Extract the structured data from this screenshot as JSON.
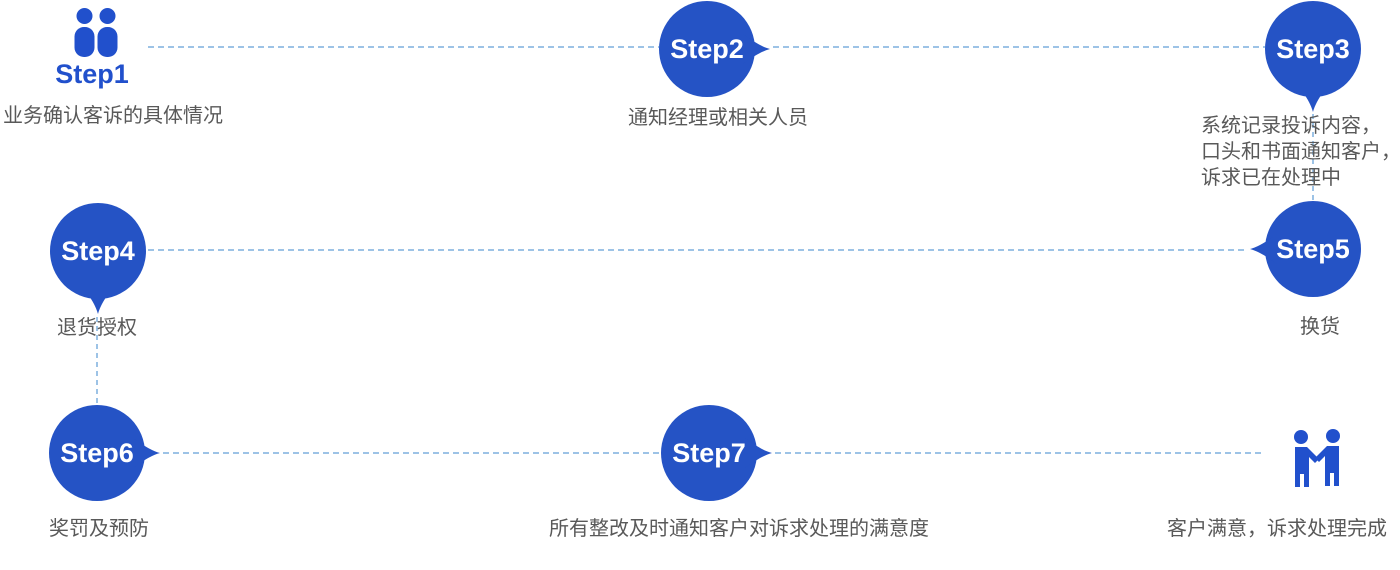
{
  "colors": {
    "bubble_blue": "#2553C5",
    "pictogram_blue": "#2150CC",
    "dash_line_blue": "#9DC3E6",
    "caption_gray": "#595959",
    "bubble_text_white": "#FFFFFF"
  },
  "steps": [
    {
      "id": "step1",
      "label": "Step1",
      "caption": "业务确认客诉的具体情况",
      "marker": "people-icon"
    },
    {
      "id": "step2",
      "label": "Step2",
      "caption": "通知经理或相关人员",
      "marker": "bubble",
      "tail": "right"
    },
    {
      "id": "step3",
      "label": "Step3",
      "caption_lines": [
        "系统记录投诉内容，",
        "口头和书面通知客户，",
        "诉求已在处理中"
      ],
      "marker": "bubble",
      "tail": "down"
    },
    {
      "id": "step4",
      "label": "Step4",
      "caption": "退货授权",
      "marker": "bubble",
      "tail": "down"
    },
    {
      "id": "step5",
      "label": "Step5",
      "caption": "换货",
      "marker": "bubble",
      "tail": "left"
    },
    {
      "id": "step6",
      "label": "Step6",
      "caption": "奖罚及预防",
      "marker": "bubble",
      "tail": "right"
    },
    {
      "id": "step7",
      "label": "Step7",
      "caption": "所有整改及时通知客户对诉求处理的满意度",
      "marker": "bubble",
      "tail": "right"
    },
    {
      "id": "finish",
      "caption": "客户满意，诉求处理完成",
      "marker": "handshake-icon"
    }
  ]
}
